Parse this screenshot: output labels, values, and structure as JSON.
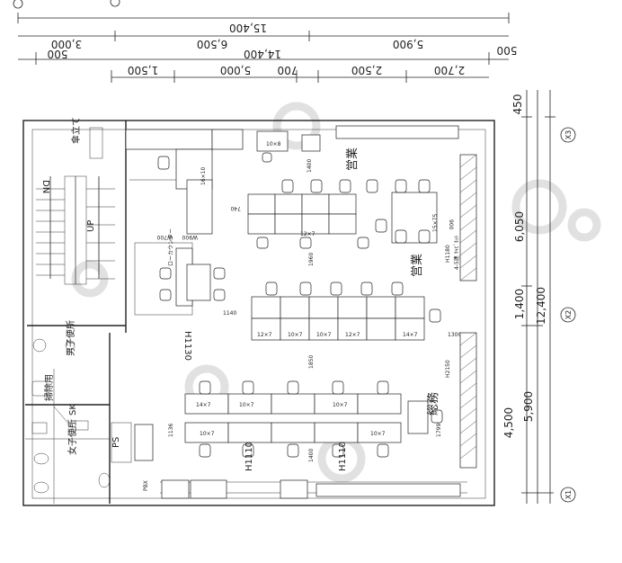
{
  "dimensions": {
    "total_top": "15,400",
    "row2": [
      "3,000",
      "6,500",
      "5,900"
    ],
    "row3_left": "500",
    "row3_mid": "14,400",
    "row3_right": "500",
    "row4": [
      "1,500",
      "5,000",
      "700",
      "2,500",
      "2,700"
    ],
    "right_col_a": [
      "450",
      "6,050",
      "1,400"
    ],
    "right_col_b": [
      "4,500",
      "5,900"
    ],
    "right_total": "12,400"
  },
  "grid_markers": [
    "X1",
    "X2",
    "X3"
  ],
  "rooms": {
    "sales_top": "営業",
    "sales_mid": "営業",
    "general_affairs": "総務",
    "umbrella_stand": "傘立て",
    "mens_toilet": "男子便所",
    "womens_toilet": "女子便所",
    "cleaning": "掃除用",
    "sk": "SK",
    "ps": "PS",
    "dn": "DN",
    "up": "UP"
  },
  "labels": {
    "desk_12x7": "12×7",
    "desk_10x7": "10×7",
    "desk_14x7": "14×7",
    "table_15x75": "15×75",
    "table_10x8": "10×8",
    "table_16x10": "16×10",
    "partition_h1130": "H1130",
    "partition_h1110_a": "H1110",
    "partition_h1110_b": "H1110",
    "partition_h1180": "H1180",
    "partition_h2150": "H2150",
    "w700": "W700",
    "w900": "W900",
    "pbx": "PBX",
    "gap_1400_a": "1400",
    "gap_1960": "1960",
    "gap_1850": "1850",
    "gap_1400_b": "1400",
    "gap_740": "740",
    "gap_1140": "1140",
    "gap_900": "900",
    "gap_1300": "1300",
    "gap_1799": "1799",
    "gap_1136": "1136",
    "counter": "ローカウンター",
    "cabinet_4": "4-5連 ｷｬﾋﾞﾈｯﾄ"
  }
}
